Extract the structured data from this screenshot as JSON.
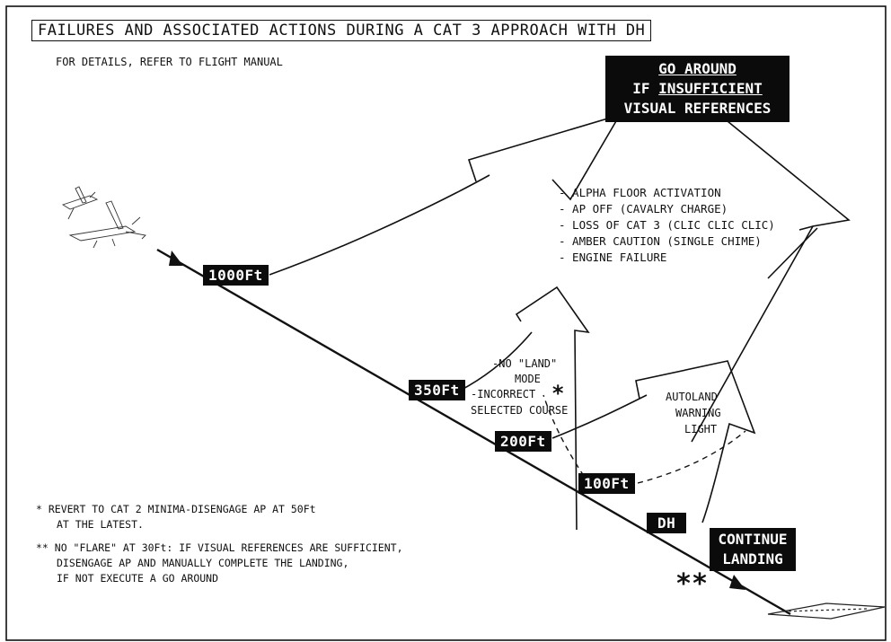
{
  "title": "FAILURES AND ASSOCIATED ACTIONS DURING A CAT 3 APPROACH WITH DH",
  "subtitle": "FOR DETAILS, REFER TO FLIGHT MANUAL",
  "go_around": {
    "line1": "GO AROUND",
    "line2_prefix": "IF ",
    "line2_underlined": "INSUFFICIENT",
    "line3": "VISUAL REFERENCES"
  },
  "altitudes": {
    "a1000": "1000Ft",
    "a350": "350Ft",
    "a200": "200Ft",
    "a100": "100Ft",
    "dh": "DH"
  },
  "failures_1000": [
    "- ALPHA FLOOR ACTIVATION",
    "- AP OFF (CAVALRY CHARGE)",
    "- LOSS OF CAT 3 (CLIC CLIC CLIC)",
    "- AMBER CAUTION (SINGLE CHIME)",
    "- ENGINE FAILURE"
  ],
  "failures_350": {
    "line1": "-NO \"LAND\"",
    "line2": "MODE",
    "line3": "-INCORRECT",
    "star": "*",
    "line4": "SELECTED COURSE"
  },
  "autoland": [
    "AUTOLAND",
    "WARNING",
    "LIGHT"
  ],
  "continue_landing": {
    "line1": "CONTINUE",
    "line2": "LANDING"
  },
  "double_star": "**",
  "notes": {
    "note1_line1": "* REVERT TO CAT 2 MINIMA-DISENGAGE AP AT 50Ft",
    "note1_line2": "AT THE LATEST.",
    "note2_line1": "** NO \"FLARE\" AT 30Ft: IF VISUAL REFERENCES ARE SUFFICIENT,",
    "note2_line2": "DISENGAGE AP AND MANUALLY COMPLETE THE LANDING,",
    "note2_line3": "IF NOT EXECUTE A GO AROUND"
  },
  "colors": {
    "ink": "#111111",
    "label_bg": "#0b0b0b",
    "label_text": "#ffffff",
    "paper": "#ffffff"
  }
}
